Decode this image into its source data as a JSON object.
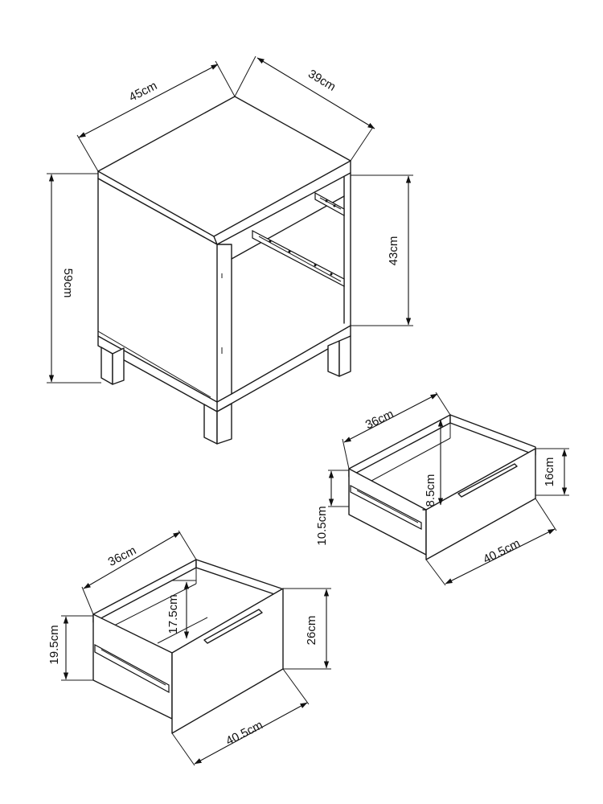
{
  "cabinet": {
    "width_label": "45cm",
    "depth_label": "39cm",
    "height_label": "59cm",
    "opening_label": "43cm"
  },
  "small_drawer": {
    "width_label": "36cm",
    "front_height_label": "16cm",
    "inner_height_label": "8.5cm",
    "side_height_label": "10.5cm",
    "depth_label": "40.5cm"
  },
  "large_drawer": {
    "width_label": "36cm",
    "inner_height_label": "17.5cm",
    "side_height_label": "19.5cm",
    "front_height_label": "26cm",
    "depth_label": "40.5cm"
  },
  "colors": {
    "line": "#1a1a1a",
    "background": "#ffffff"
  }
}
